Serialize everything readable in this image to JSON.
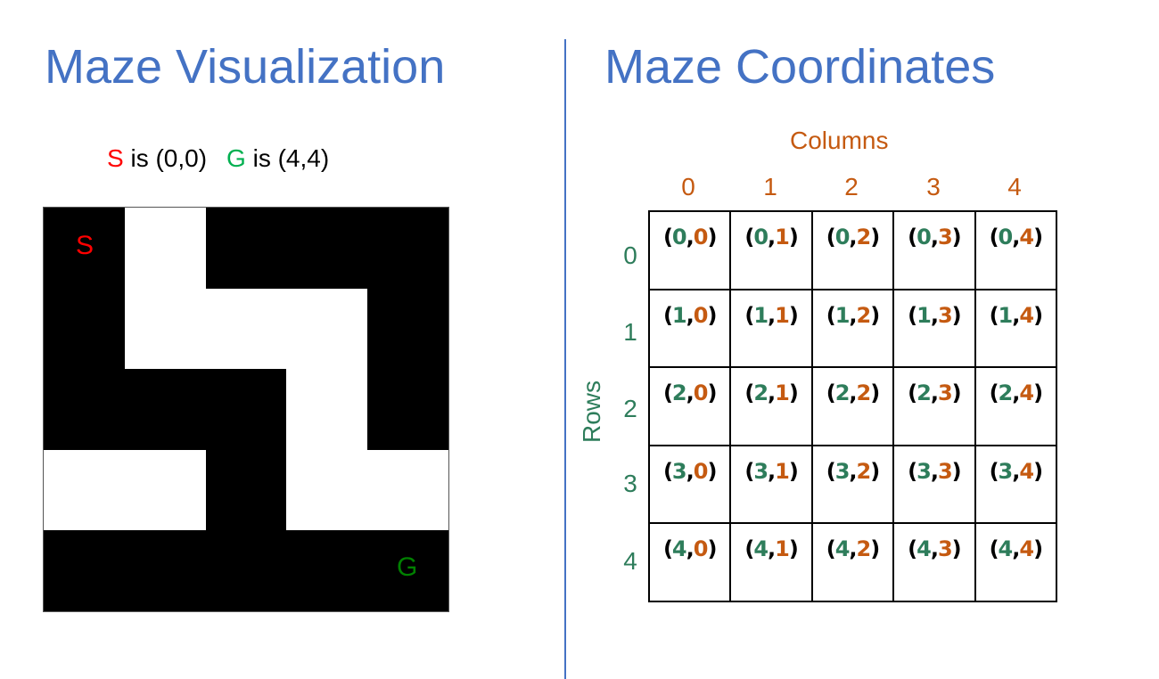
{
  "colors": {
    "title": "#4472C4",
    "divider": "#4472C4",
    "start": "#FF0000",
    "goal_legend": "#00B050",
    "goal_marker": "#008000",
    "row": "#2E7D5B",
    "col": "#C55A11"
  },
  "left": {
    "title": "Maze Visualization",
    "legend": {
      "start_letter": "S",
      "start_text": " is (0,0)",
      "goal_letter": "G",
      "goal_text": " is (4,4)"
    },
    "maze": {
      "rows": [
        [
          1,
          0,
          1,
          1,
          1
        ],
        [
          1,
          0,
          0,
          0,
          1
        ],
        [
          1,
          1,
          1,
          0,
          1
        ],
        [
          0,
          0,
          1,
          0,
          0
        ],
        [
          1,
          1,
          1,
          1,
          1
        ]
      ],
      "start_label": "S",
      "goal_label": "G"
    }
  },
  "right": {
    "title": "Maze Coordinates",
    "columns_label": "Columns",
    "rows_label": "Rows",
    "column_indices": [
      "0",
      "1",
      "2",
      "3",
      "4"
    ],
    "row_indices": [
      "0",
      "1",
      "2",
      "3",
      "4"
    ]
  }
}
